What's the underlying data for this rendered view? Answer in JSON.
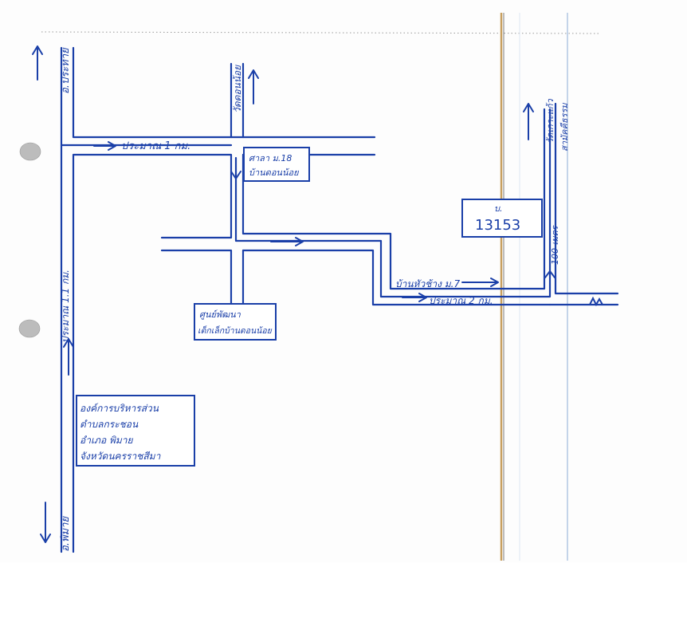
{
  "map": {
    "colors": {
      "ink": "#1a3fa8",
      "fold_line": "#c8a060",
      "margin_line": "#9fb8dc",
      "punch_hole": "#bcbcbc",
      "paper": "#fdfdfd"
    },
    "labels": {
      "to_prakhon": "อ.ประทาย",
      "to_phimai": "อ.พิมาย",
      "dist_1km": "ประมาณ 1 กม.",
      "dist_1_1km": "ประมาณ 1.1 กม.",
      "wat_nong_noi": "วัดดอนน้อย",
      "wat_cherm": "วัดเกาะแก้ว",
      "sala_nong_noi": "ศาลา ม.18",
      "sala_nong_noi_2": "บ้านดอนน้อย",
      "child_center_1": "ศูนย์พัฒนา",
      "child_center_2": "เด็กเล็กบ้านดอนน้อย",
      "ban_nong_hua": "บ้านหัวช้าง ม.7",
      "dist_2km": "ประมาณ 2 กม.",
      "dist_100m": "100 เมตร",
      "monastery": "สามัคคีธรรม",
      "house_no": "13153",
      "house_mark": "บ."
    },
    "office_box": {
      "line1": "องค์การบริหารส่วน",
      "line2": "ตำบลกระชอน",
      "line3": "อำเภอ พิมาย",
      "line4": "จังหวัดนครราชสีมา"
    }
  }
}
